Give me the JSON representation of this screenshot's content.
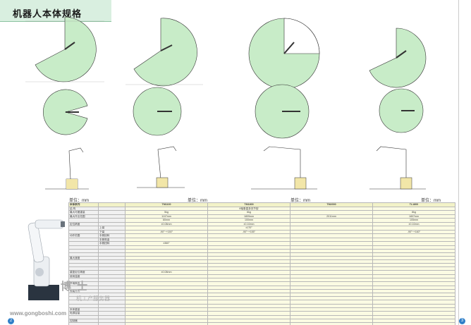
{
  "header": {
    "title": "机器人本体规格"
  },
  "unit_label": "单位：mm",
  "table": {
    "header": [
      "本体系列",
      "",
      "TM1100",
      "TM1800",
      "TM2000",
      "TL1800"
    ],
    "rows": [
      [
        "结 构",
        "",
        "",
        "6轴垂直多关节型",
        "",
        ""
      ],
      [
        "最大可搬重量",
        "",
        "5kg",
        "6kg",
        "",
        "8kg"
      ],
      [
        "最大作业范围",
        "",
        "1107mm",
        "1809mm",
        "2011mm",
        "1807mm"
      ],
      [
        "",
        "",
        "60mm",
        "100mm",
        "",
        "105mm"
      ],
      [
        "定位精度",
        "",
        "±0.08mm",
        "±0.10mm",
        "",
        "±0.10mm"
      ],
      [
        "",
        "上臂",
        "",
        "±170°",
        "",
        ""
      ],
      [
        "",
        "下臂",
        "-90°~+150°",
        "-90°~+155°",
        "",
        "-90°~+160°"
      ],
      [
        "动作范围",
        "手腕回转",
        "",
        "",
        "",
        ""
      ],
      [
        "",
        "手腕弯曲",
        "",
        "",
        "",
        ""
      ],
      [
        "",
        "手腕扭转",
        "±360°",
        "",
        "",
        ""
      ],
      [
        "",
        "",
        "",
        "",
        "",
        ""
      ],
      [
        "",
        "",
        "",
        "",
        "",
        ""
      ],
      [
        "",
        "",
        "",
        "",
        "",
        ""
      ],
      [
        "最大速度",
        "",
        "",
        "",
        "",
        ""
      ],
      [
        "",
        "",
        "",
        "",
        "",
        ""
      ],
      [
        "",
        "",
        "",
        "",
        "",
        ""
      ],
      [
        "",
        "",
        "",
        "",
        "",
        ""
      ],
      [
        "重复定位精度",
        "",
        "±0.08mm",
        "",
        "",
        ""
      ],
      [
        "使用温度",
        "",
        "",
        "",
        "",
        ""
      ],
      [
        "",
        "",
        "",
        "",
        "",
        ""
      ],
      [
        "环境条件",
        "",
        "",
        "",
        "",
        ""
      ],
      [
        "",
        "",
        "",
        "",
        "",
        ""
      ],
      [
        "安装方式",
        "",
        "",
        "",
        "",
        ""
      ],
      [
        "",
        "",
        "",
        "",
        "",
        ""
      ],
      [
        "",
        "",
        "",
        "",
        "",
        ""
      ],
      [
        "",
        "",
        "",
        "",
        "",
        ""
      ],
      [
        "",
        "",
        "",
        "",
        "",
        ""
      ],
      [
        "本体重量",
        "",
        "",
        "",
        "",
        ""
      ],
      [
        "电源容量",
        "",
        "",
        "",
        "",
        ""
      ],
      [
        "",
        "",
        "",
        "",
        "",
        ""
      ],
      [
        "控制器",
        "",
        "",
        "",
        "",
        ""
      ],
      [
        "",
        "",
        "",
        "",
        "",
        ""
      ]
    ]
  },
  "watermark": {
    "brand": "博 士",
    "sub": "机工产服务器",
    "url": "www.gongboshi.com"
  },
  "page_numbers": {
    "left": "2",
    "right": "3"
  },
  "colors": {
    "accent_green": "#d9efe0",
    "envelope": "#c8ecc8",
    "table_head": "#f2f2c8",
    "page_num": "#2f7fc8"
  }
}
